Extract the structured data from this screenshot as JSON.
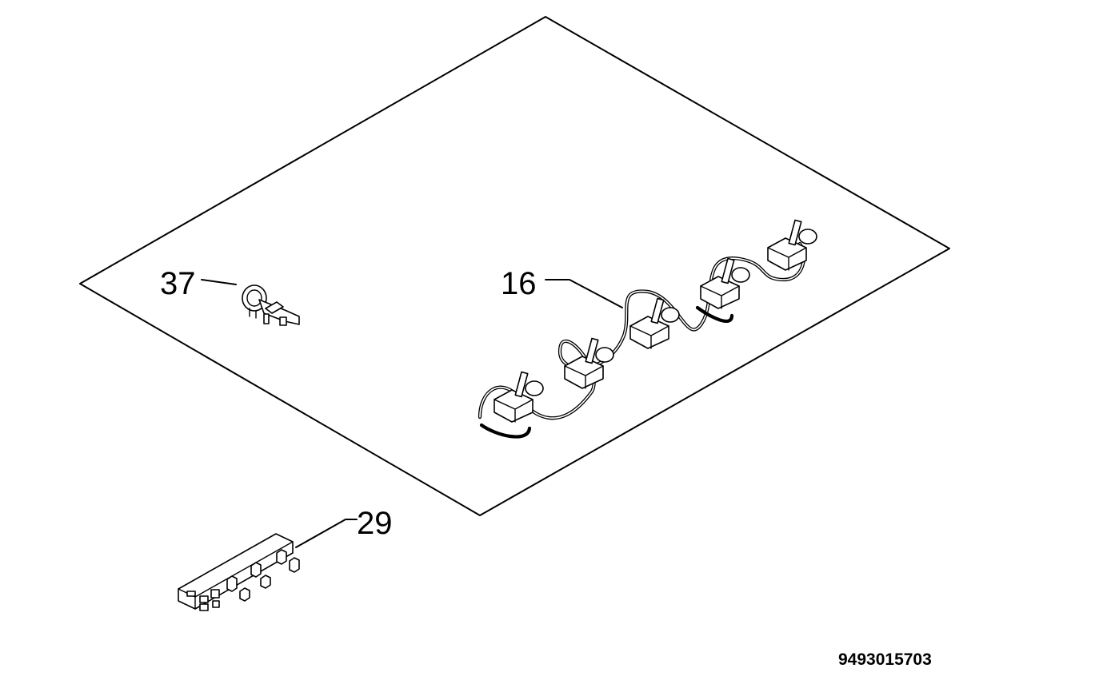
{
  "callouts": {
    "part_37": "37",
    "part_16": "16",
    "part_29": "29"
  },
  "catalog_number": "9493015703",
  "icons": [
    "ignition-button-icon",
    "ignition-electrode-harness-icon",
    "spark-generator-icon"
  ]
}
